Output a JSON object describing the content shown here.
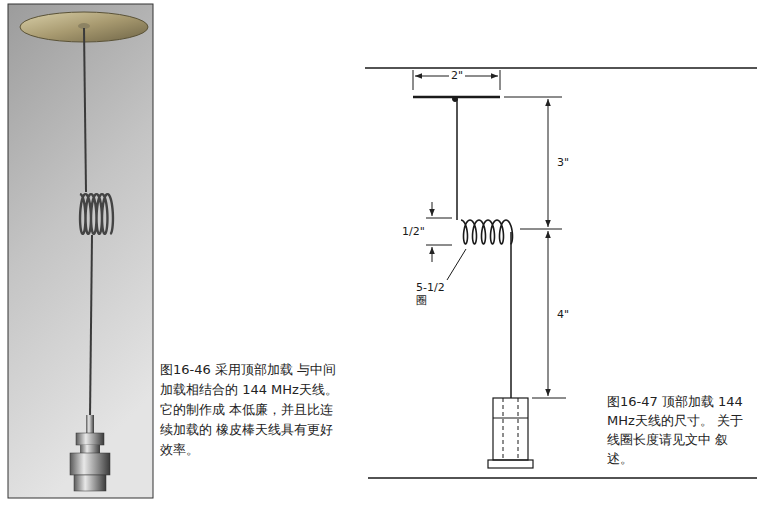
{
  "diagram": {
    "labels": [
      "2\"",
      "3\"",
      "1/2\"",
      "5-1/2 圈",
      "4\"",
      "图16-46 采用顶部加载 与中间加载相结合的 144 MHz天线。它的制作成 本低廉，并且比连续加载的 橡皮棒天线具有更好效率。",
      "图16-47 顶部加载 144 MHz天线的尺寸。 关于线圈长度请见文中 叙述。"
    ]
  }
}
